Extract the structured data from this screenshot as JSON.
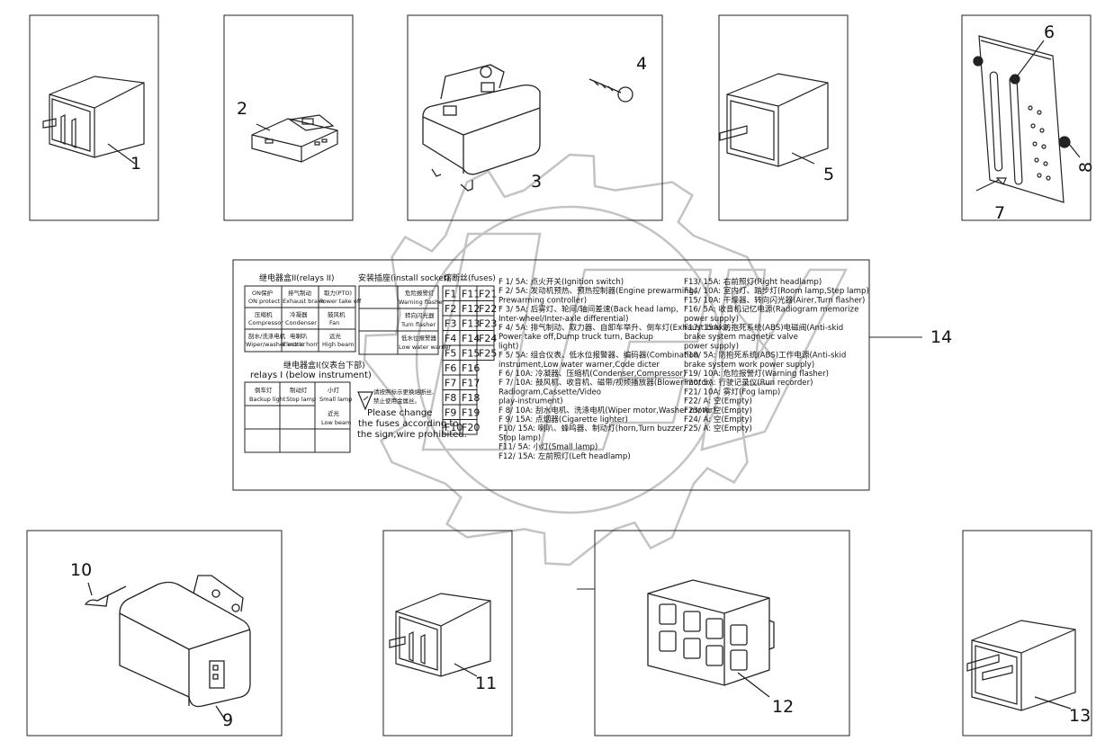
{
  "part_numbers": {
    "p1": "1",
    "p2": "2",
    "p3": "3",
    "p4": "4",
    "p5": "5",
    "p6": "6",
    "p7": "7",
    "p8": "8",
    "p9": "9",
    "p10": "10",
    "p11": "11",
    "p12": "12",
    "p13": "13",
    "p14": "14"
  },
  "relays_ii": {
    "title": "继电器盒II(relays II)",
    "cells": [
      [
        "ON保护",
        "ON protect"
      ],
      [
        "排气制动",
        "Exhaust brake"
      ],
      [
        "取力(PTO)",
        "Power take off"
      ],
      [
        "压缩机",
        "Compressor"
      ],
      [
        "冷凝器",
        "Condenser"
      ],
      [
        "鼓风机",
        "Fan"
      ],
      [
        "刮水/洗涤电机",
        "Wiper/washer motor"
      ],
      [
        "电喇叭",
        "Electric horn"
      ],
      [
        "远光",
        "High beam"
      ]
    ]
  },
  "install_socket": {
    "title": "安装插座(install socket)",
    "cells": [
      [
        "危险报警灯",
        "Warning flasher"
      ],
      [
        "转向闪光器",
        "Turn flasher"
      ],
      [
        "低水位报警器",
        "Low water warner"
      ]
    ]
  },
  "relays_i": {
    "title_cn": "继电器盒I(仪表台下部)",
    "title_en": "relays I (below instrument)",
    "cells": [
      [
        "倒车灯",
        "Backup light"
      ],
      [
        "制动灯",
        "Stop lamp"
      ],
      [
        "小灯",
        "Small lamp"
      ],
      [
        "近光",
        "Low beam"
      ]
    ]
  },
  "warning": {
    "cn1": "请按照标示更换熔断丝,",
    "cn2": "禁止使用金属丝。",
    "en1": "Please change",
    "en2": "the fuses according to",
    "en3": "the sign,wire prohibited."
  },
  "fuses_title": "熔断丝(fuses)",
  "fuse_grid": [
    [
      "F1",
      "F11",
      "F21"
    ],
    [
      "F2",
      "F12",
      "F22"
    ],
    [
      "F3",
      "F13",
      "F23"
    ],
    [
      "F4",
      "F14",
      "F24"
    ],
    [
      "F5",
      "F15",
      "F25"
    ],
    [
      "F6",
      "F16",
      ""
    ],
    [
      "F7",
      "F17",
      ""
    ],
    [
      "F8",
      "F18",
      ""
    ],
    [
      "F9",
      "F19",
      ""
    ],
    [
      "F10",
      "F20",
      ""
    ]
  ],
  "fuse_list_left": [
    "F 1/  5A: 点火开关(Ignition switch)",
    "F 2/  5A: 发动机预热、预热控制器(Engine prewarming,",
    "           Prewarming controller)",
    "F 3/  5A: 后雾灯、轮间/轴间差速(Back head lamp,",
    "           Inter-wheel/Inter-axle differential)",
    "F 4/  5A: 排气制动、取力器、自卸车举升、倒车灯(Exhaust brake,",
    "           Power take off,Dump         truck turn, Backup",
    "light)",
    "F 5/  5A: 组合仪表、低水位报警器、编码器(Combination",
    "           instrument,Low water warner,Code dicter",
    "F 6/ 10A: 冷凝器、压缩机(Condenser,Compressor)",
    "F 7/ 10A: 鼓风机、收音机、磁带/视频播放器(Blower motor,",
    "           Radiogram,Cassette/Video",
    "play-instrument)",
    "F 8/ 10A: 刮水电机、洗涤电机(Wiper motor,Washer motor)",
    "F 9/ 15A: 点烟器(Cigarette lighter)",
    "F10/ 15A: 喇叭、蜂鸣器、制动灯(horn,Turn buzzer,",
    "           Stop lamp)",
    "F11/  5A: 小灯(Small lamp)",
    "F12/ 15A: 左前照灯(Left headlamp)"
  ],
  "fuse_list_right": [
    "F13/ 15A: 右前照灯(Right headlamp)",
    "F14/ 10A: 室内灯、踏步灯(Room lamp,Step lamp)",
    "F15/ 10A: 干燥器、转向闪光器(Airer,Turn flasher)",
    "F16/  5A: 收音机记忆电源(Radiogram memorize",
    "           power supply)",
    "F17/ 15A: 防抱死系统(ABS)电磁阀(Anti-skid",
    "           brake system magnetic valve",
    "           power supply)",
    "F18/  5A: 防抱死系统(ABS)工作电源(Anti-skid",
    "           brake system work power supply)",
    "F19/ 10A: 危险报警灯(Warning flasher)",
    "F20/  5A: 行驶记录仪(Run recorder)",
    "F21/ 10A: 雾灯(Fog lamp)",
    "F22/   A: 空(Empty)",
    "F23/   A: 空(Empty)",
    "F24/   A: 空(Empty)",
    "F25/   A: 空(Empty)"
  ]
}
